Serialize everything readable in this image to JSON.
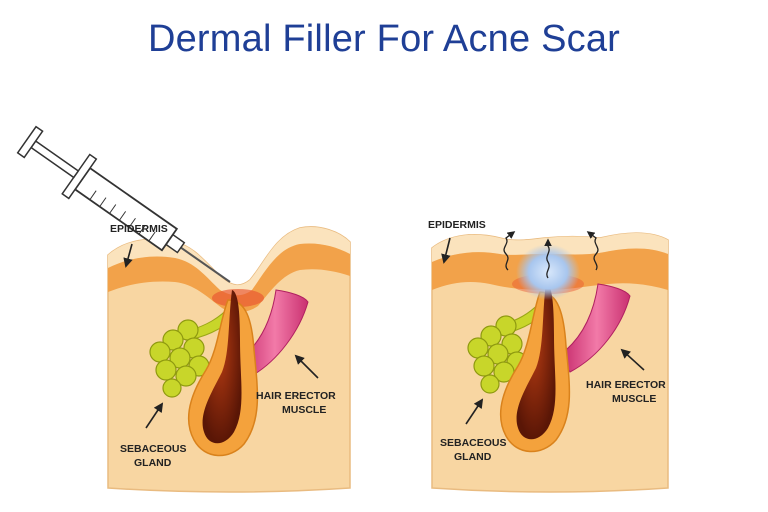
{
  "title": "Dermal Filler For Acne Scar",
  "panels": [
    {
      "id": "before",
      "labels": {
        "epidermis": "EPIDERMIS",
        "hair_erector_line1": "HAIR ERECTOR",
        "hair_erector_line2": "MUSCLE",
        "sebaceous_line1": "SEBACEOUS",
        "sebaceous_line2": "GLAND"
      }
    },
    {
      "id": "after",
      "labels": {
        "epidermis": "EPIDERMIS",
        "hair_erector_line1": "HAIR ERECTOR",
        "hair_erector_line2": "MUSCLE",
        "sebaceous_line1": "SEBACEOUS",
        "sebaceous_line2": "GLAND"
      }
    }
  ],
  "colors": {
    "title": "#1f3f96",
    "dermis": "#f8d6a2",
    "epidermis": "#f2a24a",
    "skin_surface": "#fbe3bd",
    "follicle_outer": "#f4a23c",
    "follicle_inner": "#8a2a10",
    "muscle": "#e8508a",
    "gland": "#c8d62a",
    "filler": "#a8c6ee"
  }
}
